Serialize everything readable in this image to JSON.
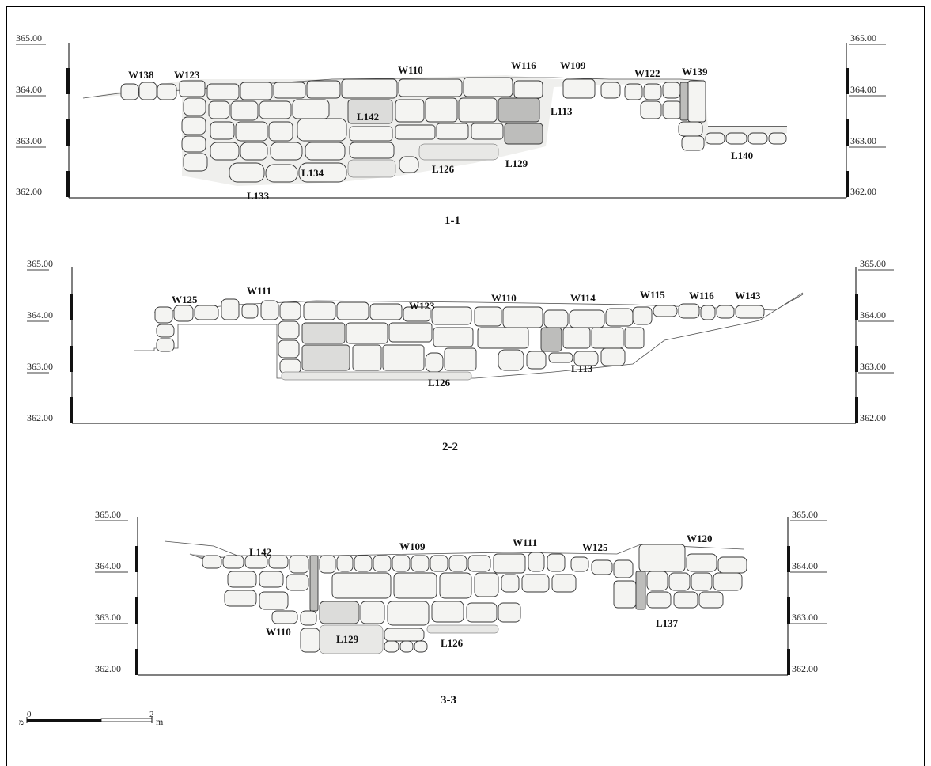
{
  "sections": [
    {
      "title": "1-1",
      "elevations_left": [
        "365.00",
        "364.00",
        "363.00",
        "362.00"
      ],
      "elevations_right": [
        "365.00",
        "364.00",
        "363.00",
        "362.00"
      ],
      "labels": [
        "W138",
        "W123",
        "W110",
        "W116",
        "W109",
        "W122",
        "W139",
        "L142",
        "L113",
        "L134",
        "L126",
        "L129",
        "L133",
        "L140"
      ]
    },
    {
      "title": "2-2",
      "elevations_left": [
        "365.00",
        "364.00",
        "363.00",
        "362.00"
      ],
      "elevations_right": [
        "365.00",
        "364.00",
        "363.00",
        "362.00"
      ],
      "labels": [
        "W125",
        "W111",
        "W123",
        "W110",
        "W114",
        "W115",
        "W116",
        "W143",
        "L113",
        "L126"
      ]
    },
    {
      "title": "3-3",
      "elevations_left": [
        "365.00",
        "364.00",
        "363.00",
        "362.00"
      ],
      "elevations_right": [
        "365.00",
        "364.00",
        "363.00",
        "362.00"
      ],
      "labels": [
        "L142",
        "W109",
        "W111",
        "W125",
        "W120",
        "W110",
        "L129",
        "L126",
        "L137"
      ]
    }
  ],
  "scale_bar": {
    "start": "0",
    "end": "2",
    "unit_left": "מ",
    "unit_right": "m"
  }
}
